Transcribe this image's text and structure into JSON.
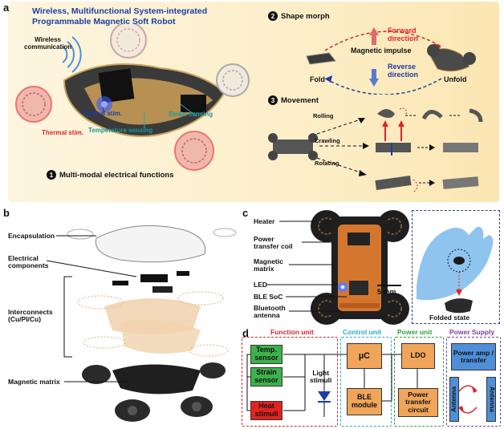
{
  "panel_a": {
    "label": "a",
    "title_line1": "Wireless, Multifunctional System-integrated",
    "title_line2": "Programmable Magnetic Soft Robot",
    "callouts": {
      "wireless_line1": "Wireless",
      "wireless_line2": "communication",
      "optical": "Optical stim.",
      "strain": "Strain sensing",
      "thermal": "Thermal stim.",
      "temperature": "Temperature sensing"
    },
    "multimodal_num": "1",
    "multimodal": "Multi-modal electrical functions",
    "shape_morph_num": "2",
    "shape_morph": "Shape morph",
    "forward_line1": "Forward",
    "forward_line2": "direction",
    "magnetic_impulse": "Magnetic impulse",
    "reverse_line1": "Reverse",
    "reverse_line2": "direction",
    "fold": "Fold",
    "unfold": "Unfold",
    "movement_num": "3",
    "movement": "Movement",
    "rolling": "Rolling",
    "crawling": "Crawling",
    "rotating": "Rotating"
  },
  "panel_b": {
    "label": "b",
    "encapsulation": "Encapsulation",
    "electrical_line1": "Electrical",
    "electrical_line2": "components",
    "interconnects_line1": "Interconnects",
    "interconnects_line2": "(Cu/PI/Cu)",
    "magnetic_matrix": "Magnetic matrix"
  },
  "panel_c": {
    "label": "c",
    "heater": "Heater",
    "power_coil_line1": "Power",
    "power_coil_line2": "transfer coil",
    "magnetic_line1": "Magnetic",
    "magnetic_line2": "matrix",
    "led": "LED",
    "ble_soc": "BLE SoC",
    "bluetooth_line1": "Bluetooth",
    "bluetooth_line2": "antenna",
    "scale": "5 mm",
    "folded_state": "Folded state"
  },
  "panel_d": {
    "label": "d",
    "function_unit": "Function unit",
    "control_unit": "Control unit",
    "power_unit": "Power unit",
    "power_supply": "Power Supply",
    "temp_line1": "Temp.",
    "temp_line2": "sensor",
    "strain_line1": "Strain",
    "strain_line2": "sensor",
    "heat_line1": "Heat",
    "heat_line2": "stimuli",
    "light_line1": "Light",
    "light_line2": "stimuli",
    "uc": "µC",
    "ble_line1": "BLE",
    "ble_line2": "module",
    "ldo": "LDO",
    "ptc_line1": "Power",
    "ptc_line2": "transfer",
    "ptc_line3": "circuit",
    "amp_line1": "Power amp /",
    "amp_line2": "transfer",
    "antenna_left": "Antenna",
    "antenna_right": "Antenna"
  },
  "colors": {
    "function_unit": "#d9262b",
    "control_unit": "#28a9c8",
    "power_unit": "#2e9e3e",
    "power_supply": "#7b3fa0",
    "green_block": "#3cb34a",
    "red_block": "#e3231f",
    "orange_block": "#f0a55a",
    "blue_block": "#4f8fd8",
    "title_blue": "#1b3ea6"
  }
}
